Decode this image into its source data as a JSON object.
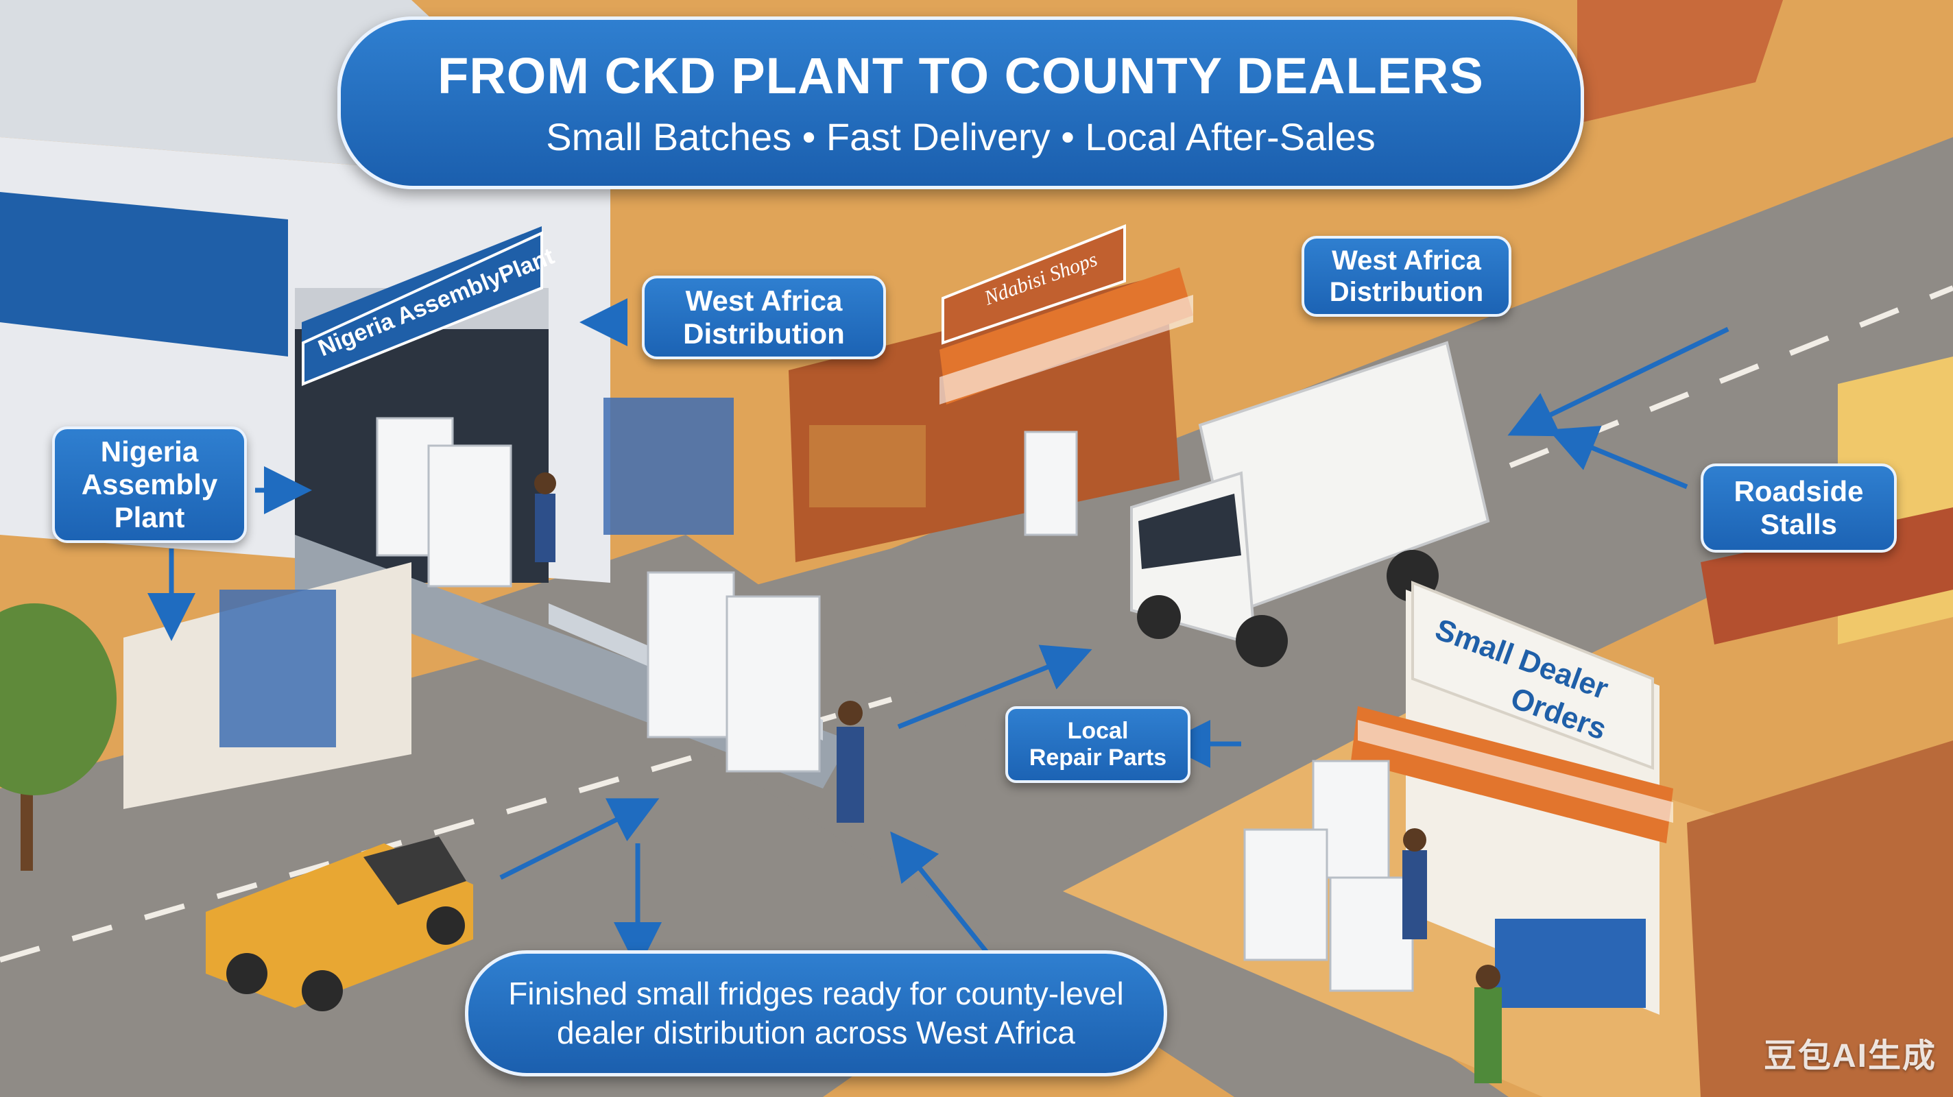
{
  "banner": {
    "title": "FROM CKD PLANT TO COUNTY DEALERS",
    "subtitle": "Small Batches • Fast Delivery • Local After-Sales"
  },
  "signs": {
    "plant_sign": "Nigeria AssemblyPlant",
    "stall_sign": "Ndabisi Shops",
    "dealer_sign_line1": "Small Dealer",
    "dealer_sign_line2": "Orders"
  },
  "callouts": {
    "assembly_plant": [
      "Nigeria",
      "Assembly",
      "Plant"
    ],
    "distribution_left": [
      "West Africa",
      "Distribution"
    ],
    "distribution_right": [
      "West Africa",
      "Distribution"
    ],
    "roadside_stalls": [
      "Roadside",
      "Stalls"
    ],
    "repair_parts": [
      "Local",
      "Repair Parts"
    ]
  },
  "caption": {
    "line1": "Finished small fridges ready for county-level",
    "line2": "dealer distribution across West Africa"
  },
  "watermark": "豆包AI生成",
  "colors": {
    "callout_blue": "#1f6cc0",
    "callout_border": "#eaf3ff",
    "ground_sand": "#e0a458",
    "road_gray": "#8f8b86",
    "warehouse_blue": "#1f5fa8",
    "awning_orange": "#e2752d",
    "truck_white": "#f4f4f2",
    "pickup_yellow": "#e8a733"
  }
}
